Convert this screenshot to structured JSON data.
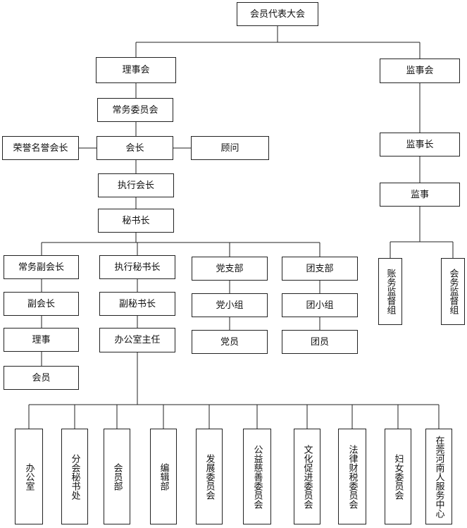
{
  "nodes": {
    "congress": "会员代表大会",
    "council": "理事会",
    "supervisory_board": "监事会",
    "standing_committee": "常务委员会",
    "president": "会长",
    "honorary_president": "荣誉名誉会长",
    "advisor": "顾问",
    "executive_president": "执行会长",
    "secretary_general": "秘书长",
    "chief_supervisor": "监事长",
    "supervisor": "监事",
    "accounts_supervision_group": "账务监督组",
    "membership_supervision_group": "会务监督组",
    "standing_vice_president": "常务副会长",
    "vice_president": "副会长",
    "director": "理事",
    "member": "会员",
    "executive_secretary_general": "执行秘书长",
    "deputy_secretary_general": "副秘书长",
    "office_director": "办公室主任",
    "party_branch": "党支部",
    "party_group": "党小组",
    "party_member": "党员",
    "league_branch": "团支部",
    "league_group": "团小组",
    "league_member": "团员"
  },
  "departments": [
    "办公室",
    "分会秘书处",
    "会员部",
    "编辑部",
    "发展委员会",
    "公益慈善委员会",
    "文化促进委员会",
    "法律财税委员会",
    "妇女委员会",
    "在莞河南人服务中心"
  ]
}
